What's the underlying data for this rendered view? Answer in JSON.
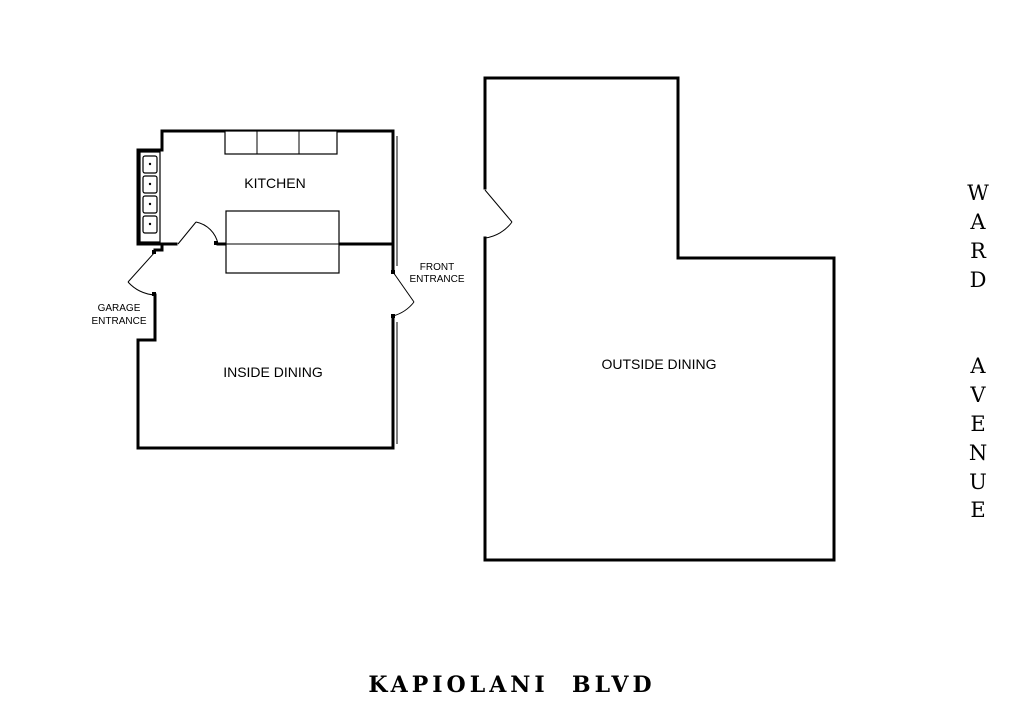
{
  "rooms": {
    "kitchen": "KITCHEN",
    "inside_dining": "INSIDE DINING",
    "outside_dining": "OUTSIDE DINING"
  },
  "entrances": {
    "garage": [
      "GARAGE",
      "ENTRANCE"
    ],
    "front": [
      "FRONT",
      "ENTRANCE"
    ]
  },
  "streets": {
    "bottom": "KAPIOLANI  BLVD",
    "right_word1": [
      "W",
      "A",
      "R",
      "D"
    ],
    "right_word2": [
      "A",
      "V",
      "E",
      "N",
      "U",
      "E"
    ]
  }
}
